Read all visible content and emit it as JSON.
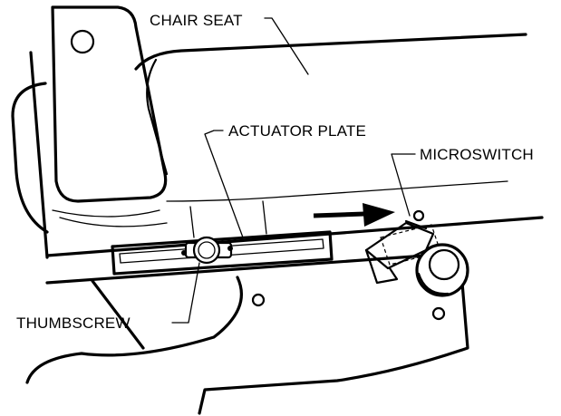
{
  "labels": {
    "chair_seat": "CHAIR SEAT",
    "actuator_plate": "ACTUATOR PLATE",
    "microswitch": "MICROSWITCH",
    "thumbscrew": "THUMBSCREW"
  }
}
